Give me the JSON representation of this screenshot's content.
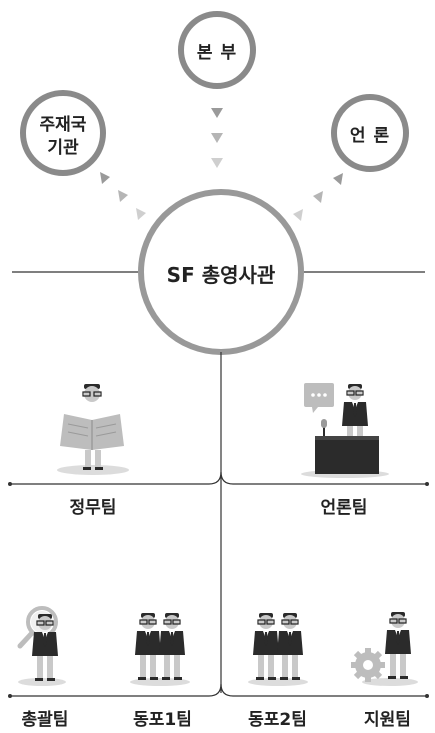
{
  "center": {
    "label": "SF 총영사관"
  },
  "sources": [
    {
      "id": "hq",
      "label": "본 부"
    },
    {
      "id": "agencies",
      "lines": [
        "주재국",
        "기관"
      ]
    },
    {
      "id": "press",
      "label": "언 론"
    }
  ],
  "teams": [
    {
      "id": "politics",
      "label": "정무팀"
    },
    {
      "id": "media",
      "label": "언론팀"
    },
    {
      "id": "general",
      "label": "총괄팀"
    },
    {
      "id": "compatriot1",
      "label": "동포1팀"
    },
    {
      "id": "compatriot2",
      "label": "동포2팀"
    },
    {
      "id": "support",
      "label": "지원팀"
    }
  ],
  "colors": {
    "ring": "#8a8a8a",
    "arrow_dark": "#9a9a9a",
    "arrow_light": "#cfcfcf",
    "line": "#333333",
    "figure_dark": "#2b2b2b",
    "figure_light": "#b8b8b8",
    "shadow": "#dcdcdc"
  }
}
